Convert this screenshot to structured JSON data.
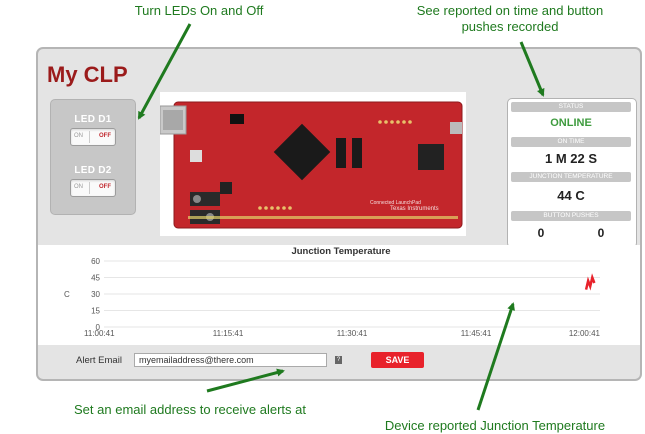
{
  "annotations": {
    "leds": "Turn LEDs On and Off",
    "status_line1": "See reported on time and button",
    "status_line2": "pushes recorded",
    "email": "Set an email address to receive alerts at",
    "temperature": "Device reported Junction Temperature",
    "color": "#1f7a1f"
  },
  "app": {
    "title": "My CLP",
    "title_color": "#9b1b1b"
  },
  "leds": [
    {
      "label": "LED D1",
      "on_label": "ON",
      "off_label": "OFF",
      "state": "off"
    },
    {
      "label": "LED D2",
      "on_label": "ON",
      "off_label": "OFF",
      "state": "off"
    }
  ],
  "board": {
    "brand_text": "Texas Instruments",
    "sub_text": "Connected LaunchPad"
  },
  "status": {
    "status_header": "STATUS",
    "status_value": "ONLINE",
    "status_color": "#3e9b3e",
    "on_time_header": "ON TIME",
    "on_time_value": "1 M 22 S",
    "junction_header": "JUNCTION TEMPERATURE",
    "junction_value": "44 C",
    "buttons_header": "BUTTON PUSHES",
    "button1_value": "0",
    "button2_value": "0"
  },
  "chart_data": {
    "type": "line",
    "title": "Junction Temperature",
    "ylabel": "C",
    "xlabel": "",
    "ylim": [
      0,
      60
    ],
    "yticks": [
      0,
      15,
      30,
      45,
      60
    ],
    "x_ticks": [
      "11:00:41",
      "11:15:41",
      "11:30:41",
      "11:45:41",
      "12:00:41"
    ],
    "grid": true,
    "series": [
      {
        "color": "#e8222b",
        "x": [
          "11:59:00",
          "11:59:15",
          "11:59:30",
          "11:59:45",
          "12:00:00"
        ],
        "values": [
          34,
          42,
          37,
          45,
          40
        ]
      }
    ]
  },
  "email": {
    "label": "Alert Email",
    "value": "myemailaddress@there.com",
    "help_icon": "?",
    "save_label": "SAVE",
    "save_color": "#e8222b"
  }
}
